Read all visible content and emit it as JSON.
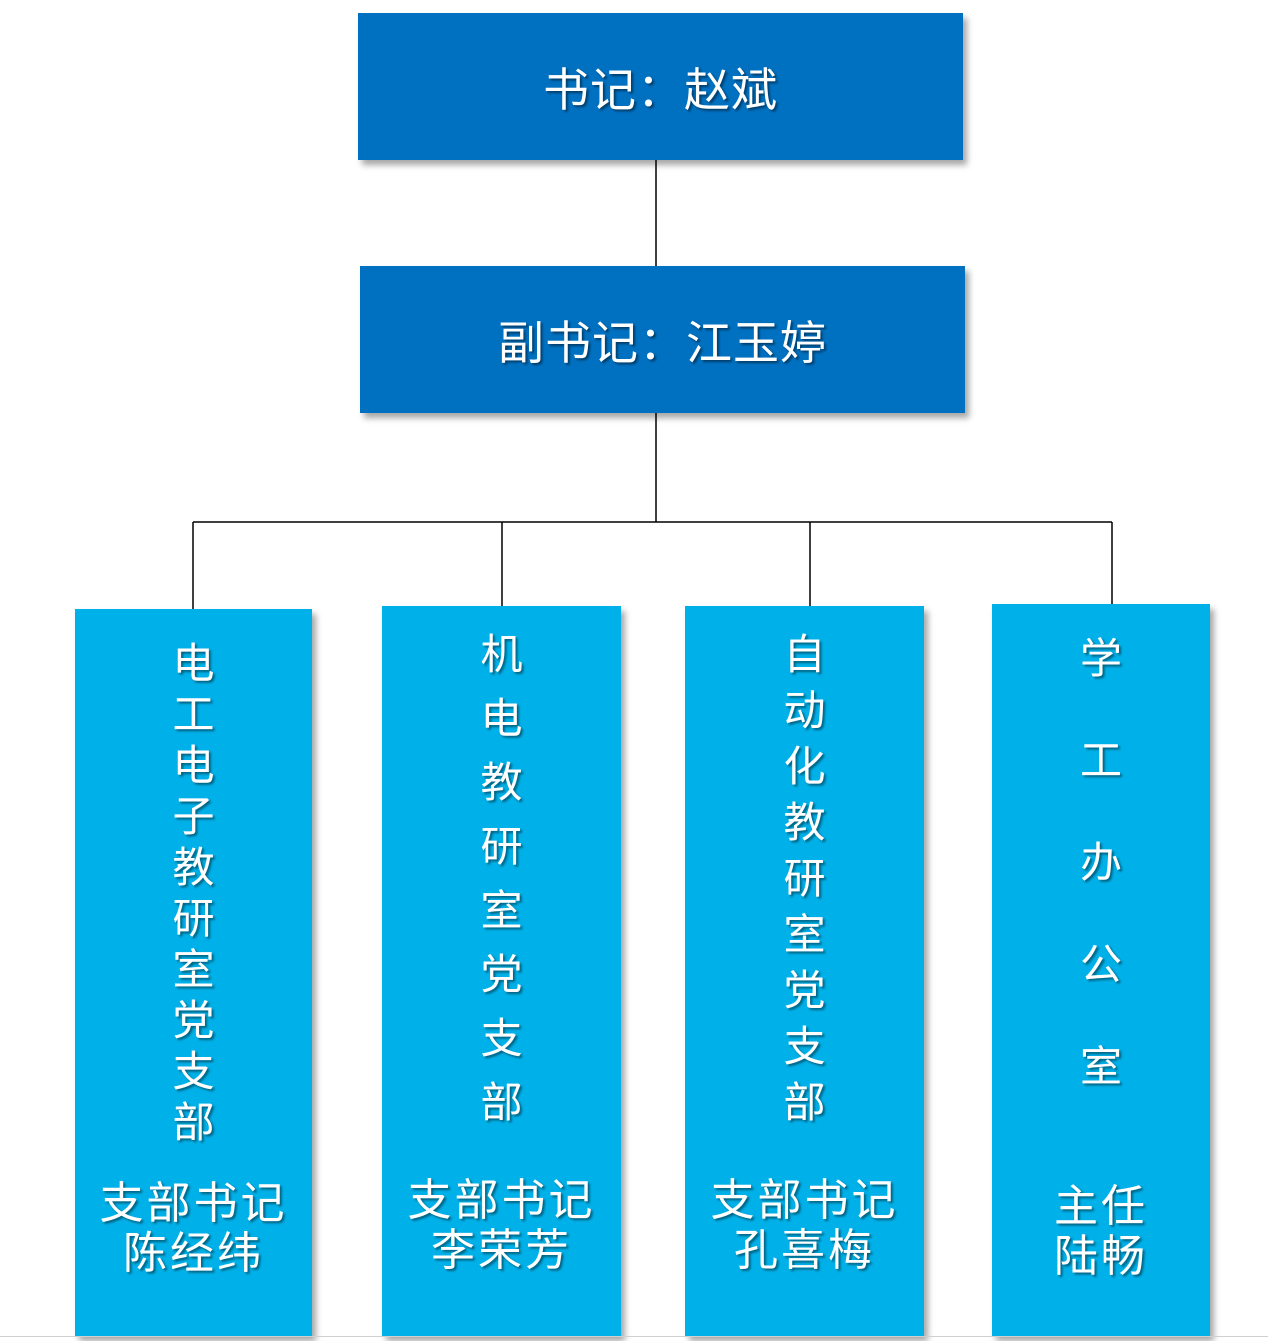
{
  "secretary": {
    "label": "书记：赵斌"
  },
  "deputy": {
    "label": "副书记：江玉婷"
  },
  "units": [
    {
      "name": [
        "电",
        "工",
        "电",
        "子",
        "教",
        "研",
        "室",
        "党",
        "支",
        "部"
      ],
      "role": "支部书记",
      "person": "陈经纬"
    },
    {
      "name": [
        "机",
        "电",
        "教",
        "研",
        "室",
        "党",
        "支",
        "部"
      ],
      "role": "支部书记",
      "person": "李荣芳"
    },
    {
      "name": [
        "自",
        "动",
        "化",
        "教",
        "研",
        "室",
        "党",
        "支",
        "部"
      ],
      "role": "支部书记",
      "person": "孔喜梅"
    },
    {
      "name": [
        "学",
        "工",
        "办",
        "公",
        "室"
      ],
      "role": "主任",
      "person": "陆畅"
    }
  ],
  "colors": {
    "top_box": "#0070c0",
    "unit_box": "#00b0e8",
    "connector": "#000000",
    "text": "#ffffff"
  }
}
